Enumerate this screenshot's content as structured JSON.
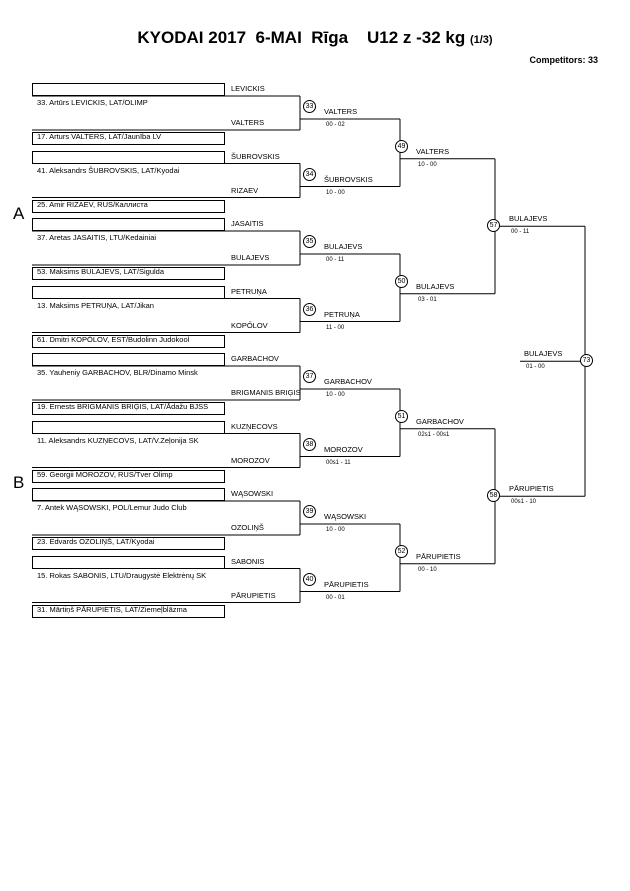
{
  "header": {
    "title": "KYODAI 2017  6-MAI  Rīga    U12 z -32 kg",
    "page": "(1/3)",
    "competitors": "Competitors: 33"
  },
  "pools": [
    "A",
    "B"
  ],
  "entrants": [
    "33. Artūrs LEVICKIS, LAT/OLIMP",
    "17. Arturs VALTERS, LAT/Jaunība LV",
    "41. Aleksandrs ŠUBROVSKIS, LAT/Kyodai",
    "25. Amir RIZAEV, RUS/Каллиста",
    "37. Aretas JASAITIS, LTU/Kedainiai",
    "53. Maksims BULAJEVS, LAT/Sigulda",
    "13. Maksims PETRUŅA, LAT/Jikan",
    "61. Dmitri KOPŐLOV, EST/Budolinn Judokool",
    "35. Yauheniy GARBACHOV, BLR/Dinamo Minsk",
    "19. Ernests BRIGMANIS BRIĢIS, LAT/Ādažu BJSS",
    "11. Aleksandrs KUZŅECOVS, LAT/V.Zeļonija SK",
    "59. Georgii MOROZOV, RUS/Tver Olimp",
    "7. Antek WĄSOWSKI, POL/Lemur Judo Club",
    "23. Edvards OZOLIŅŠ, LAT/Kyodai",
    "15. Rokas SABONIS, LTU/Draugystė Elektrėnų SK",
    "31. Mārtiņš PĀRUPIETIS, LAT/Ziemeļblāzma"
  ],
  "round1_names": [
    "LEVICKIS",
    "VALTERS",
    "ŠUBROVSKIS",
    "RIZAEV",
    "JASAITIS",
    "BULAJEVS",
    "PETRUŅA",
    "KOPŐLOV",
    "GARBACHOV",
    "BRIGMANIS BRIĢIS",
    "KUZŅECOVS",
    "MOROZOV",
    "WĄSOWSKI",
    "OZOLIŅŠ",
    "SABONIS",
    "PĀRUPIETIS"
  ],
  "matches": [
    {
      "number": "33",
      "winner": "VALTERS",
      "score": "00 - 02"
    },
    {
      "number": "34",
      "winner": "ŠUBROVSKIS",
      "score": "10 - 00"
    },
    {
      "number": "35",
      "winner": "BULAJEVS",
      "score": "00 - 11"
    },
    {
      "number": "36",
      "winner": "PETRUŅA",
      "score": "11 - 00"
    },
    {
      "number": "37",
      "winner": "GARBACHOV",
      "score": "10 - 00"
    },
    {
      "number": "38",
      "winner": "MOROZOV",
      "score": "00s1 - 11"
    },
    {
      "number": "39",
      "winner": "WĄSOWSKI",
      "score": "10 - 00"
    },
    {
      "number": "40",
      "winner": "PĀRUPIETIS",
      "score": "00 - 01"
    },
    {
      "number": "49",
      "winner": "VALTERS",
      "score": "10 - 00"
    },
    {
      "number": "50",
      "winner": "BULAJEVS",
      "score": "03 - 01"
    },
    {
      "number": "51",
      "winner": "GARBACHOV",
      "score": "02s1 - 00s1"
    },
    {
      "number": "52",
      "winner": "PĀRUPIETIS",
      "score": "00 - 10"
    },
    {
      "number": "57",
      "winner": "BULAJEVS",
      "score": "00 - 11"
    },
    {
      "number": "58",
      "winner": "PĀRUPIETIS",
      "score": "00s1 - 10"
    },
    {
      "number": "73",
      "winner": "BULAJEVS",
      "score": "01 - 00"
    }
  ]
}
